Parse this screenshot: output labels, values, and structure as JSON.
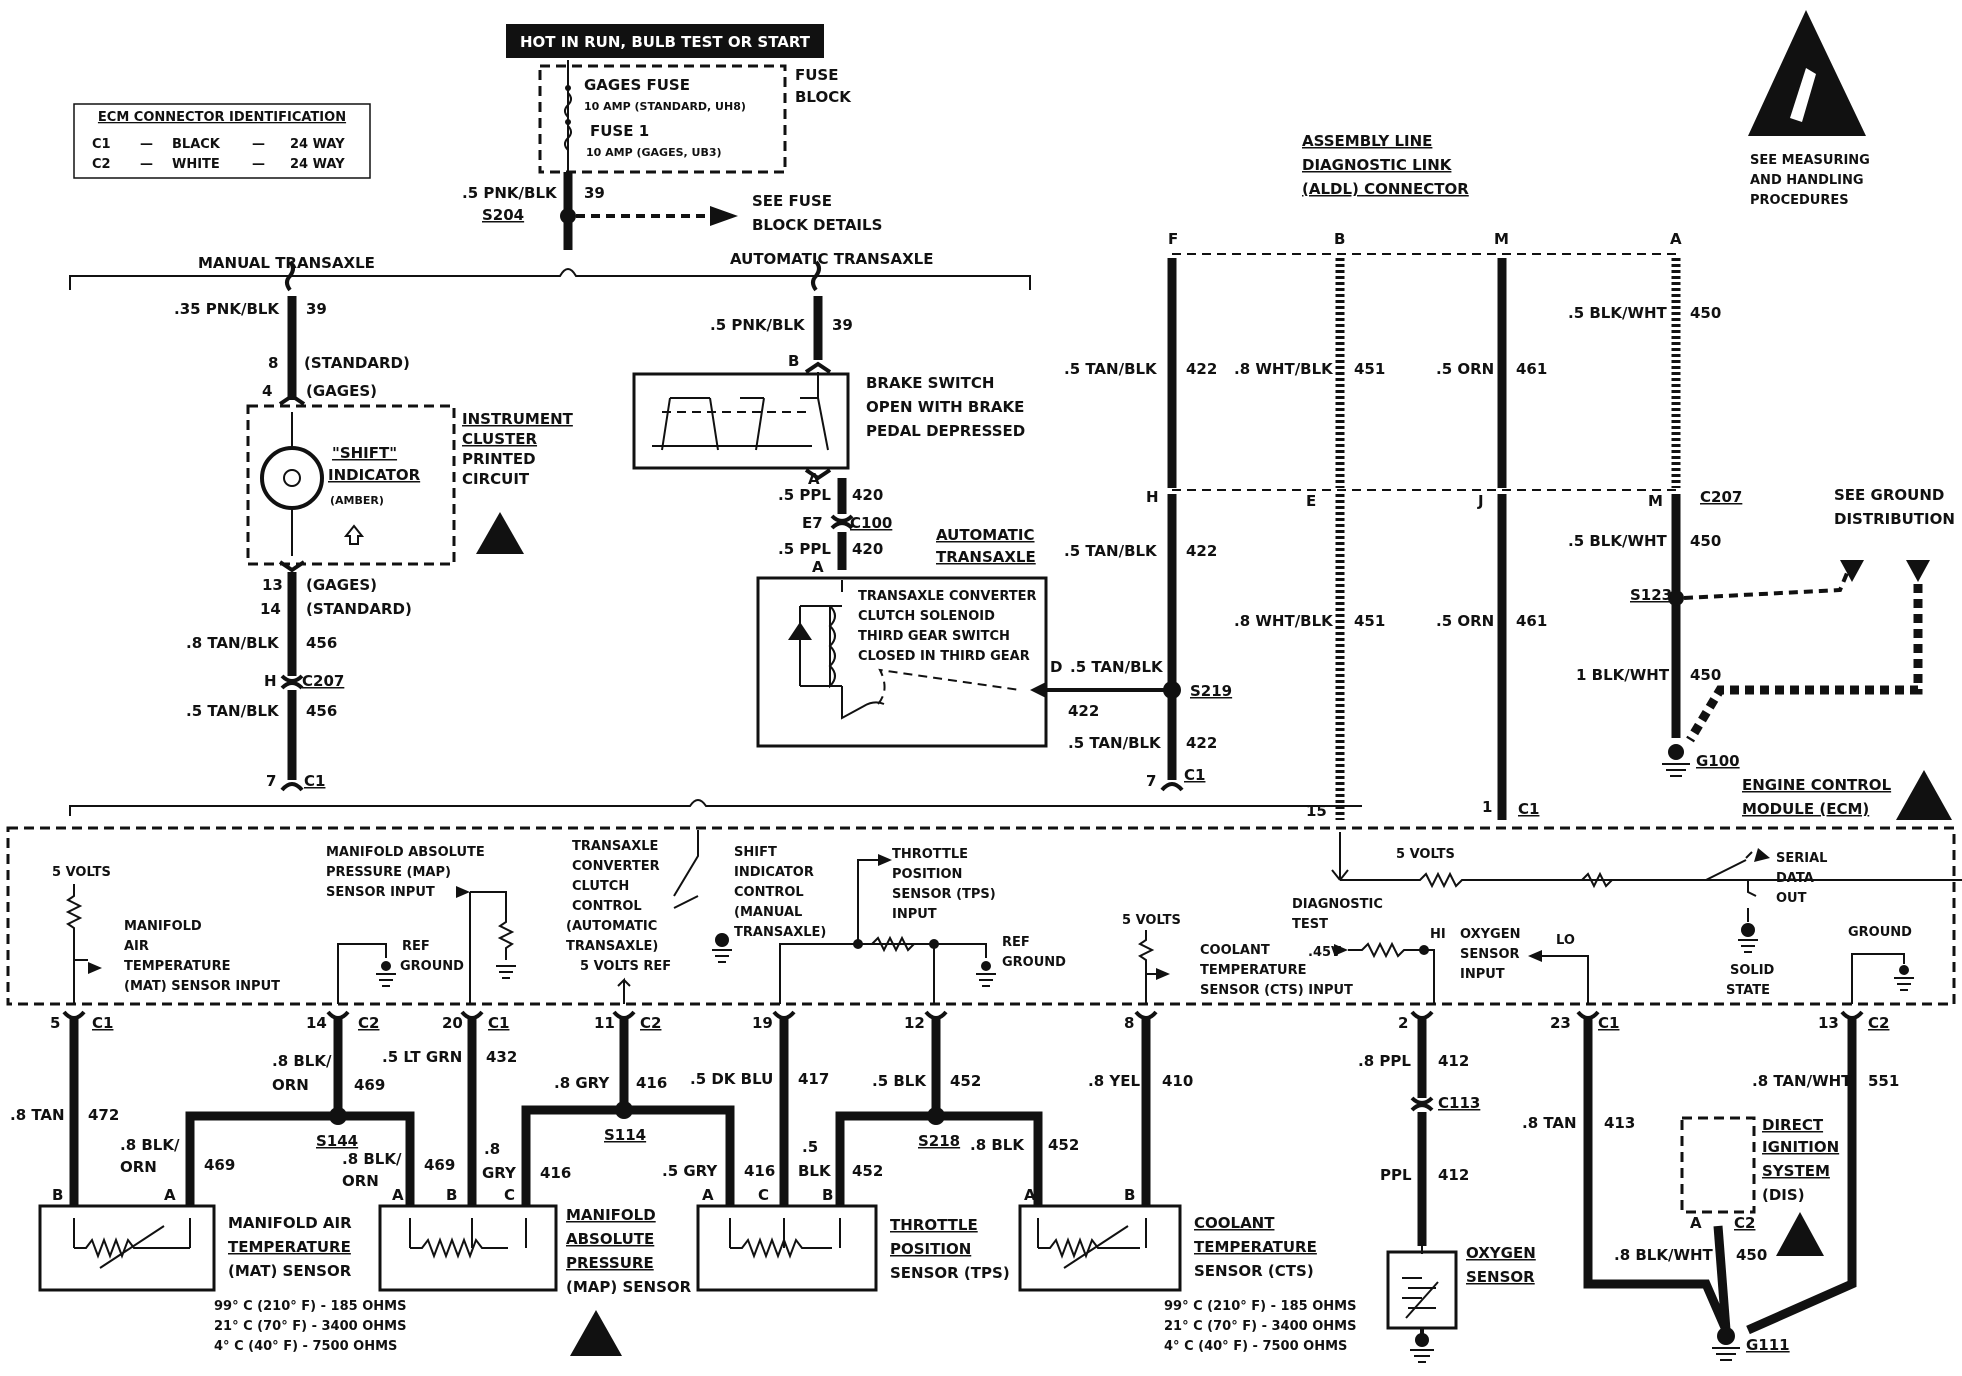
{
  "header": {
    "power_label": "HOT IN RUN, BULB TEST OR START"
  },
  "fuse_block": {
    "title_line1": "FUSE",
    "title_line2": "BLOCK",
    "fuse_a_name": "GAGES FUSE",
    "fuse_a_desc": "10 AMP (STANDARD, UH8)",
    "fuse_b_name": "FUSE 1",
    "fuse_b_desc": "10 AMP (GAGES, UB3)",
    "wire": ".5 PNK/BLK",
    "circuit": "39",
    "splice": "S204",
    "see_line1": "SEE FUSE",
    "see_line2": "BLOCK DETAILS"
  },
  "ecm_connector_id": {
    "title": "ECM CONNECTOR IDENTIFICATION",
    "rows": [
      {
        "c": "C1",
        "d1": "—",
        "color": "BLACK",
        "d2": "—",
        "way": "24 WAY"
      },
      {
        "c": "C2",
        "d1": "—",
        "color": "WHITE",
        "d2": "—",
        "way": "24 WAY"
      }
    ]
  },
  "esd_notice": {
    "line1": "SEE MEASURING",
    "line2": "AND HANDLING",
    "line3": "PROCEDURES"
  },
  "manual": {
    "title": "MANUAL TRANSAXLE",
    "wire_top": ".35 PNK/BLK",
    "circ_top": "39",
    "pin_std": "8",
    "lbl_std": "(STANDARD)",
    "pin_gages": "4",
    "lbl_gages": "(GAGES)",
    "cluster_l1": "INSTRUMENT",
    "cluster_l2": "CLUSTER",
    "cluster_l3": "PRINTED",
    "cluster_l4": "CIRCUIT",
    "shift_l1": "\"SHIFT\"",
    "shift_l2": "INDICATOR",
    "shift_l3": "(AMBER)",
    "pin_gages_b": "13",
    "lbl_gages_b": "(GAGES)",
    "pin_std_b": "14",
    "lbl_std_b": "(STANDARD)",
    "wire_mid": ".8 TAN/BLK",
    "circ_mid": "456",
    "pin_h": "H",
    "conn_c207": "C207",
    "wire_low": ".5 TAN/BLK",
    "circ_low": "456",
    "pin_7": "7",
    "conn_c1": "C1"
  },
  "automatic": {
    "title": "AUTOMATIC TRANSAXLE",
    "wire_top": ".5 PNK/BLK",
    "circ_top": "39",
    "pin_b": "B",
    "brake_l1": "BRAKE SWITCH",
    "brake_l2": "OPEN WITH BRAKE",
    "brake_l3": "PEDAL DEPRESSED",
    "pin_a": "A",
    "wire_ppl": ".5 PPL",
    "circ_420": "420",
    "pin_e7": "E7",
    "conn_c100": "C100",
    "wire_ppl2": ".5 PPL",
    "circ_420b": "420",
    "pin_a2": "A",
    "at_l1": "AUTOMATIC",
    "at_l2": "TRANSAXLE",
    "tcc_l1": "TRANSAXLE CONVERTER",
    "tcc_l2": "CLUTCH SOLENOID",
    "tcc_l3": "THIRD GEAR SWITCH",
    "tcc_l4": "CLOSED IN THIRD GEAR",
    "pin_d": "D",
    "wire_d": ".5 TAN/BLK",
    "circ_d": "422",
    "splice": "S219"
  },
  "aldl": {
    "title_l1": "ASSEMBLY LINE",
    "title_l2": "DIAGNOSTIC LINK",
    "title_l3": "(ALDL) CONNECTOR",
    "pins_top": [
      "F",
      "B",
      "M",
      "A"
    ],
    "w_f": ".5 TAN/BLK",
    "c_f": "422",
    "w_b": ".8 WHT/BLK",
    "c_b": "451",
    "w_m": ".5 ORN",
    "c_m": "461",
    "w_a": ".5 BLK/WHT",
    "c_a": "450",
    "pins_mid": [
      "H",
      "E",
      "J",
      "M"
    ],
    "conn_c207": "C207",
    "w_f2": ".5 TAN/BLK",
    "c_f2": "422",
    "w_b2": ".8 WHT/BLK",
    "c_b2": "451",
    "w_m2": ".5 ORN",
    "c_m2": "461",
    "w_a2": ".5 BLK/WHT",
    "c_a2": "450",
    "see_gnd_l1": "SEE GROUND",
    "see_gnd_l2": "DISTRIBUTION",
    "splice_s123": "S123",
    "w_a3": "1 BLK/WHT",
    "c_a3": "450",
    "gnd": "G100",
    "w_f3": ".5 TAN/BLK",
    "c_f3": "422",
    "pin_7": "7",
    "conn_c1": "C1",
    "pin_15": "15",
    "pin_1": "1",
    "conn_c1b": "C1"
  },
  "ecm": {
    "title_l1": "ENGINE CONTROL",
    "title_l2": "MODULE (ECM)",
    "five_volts_a": "5 VOLTS",
    "mat_l1": "MANIFOLD",
    "mat_l2": "AIR",
    "mat_l3": "TEMPERATURE",
    "mat_l4": "(MAT) SENSOR INPUT",
    "map_l1": "MANIFOLD ABSOLUTE",
    "map_l2": "PRESSURE (MAP)",
    "map_l3": "SENSOR INPUT",
    "ref_l1": "REF",
    "ref_l2": "GROUND",
    "tcc_l1": "TRANSAXLE",
    "tcc_l2": "CONVERTER",
    "tcc_l3": "CLUTCH",
    "tcc_l4": "CONTROL",
    "tcc_l5": "(AUTOMATIC",
    "tcc_l6": "TRANSAXLE)",
    "five_ref": "5 VOLTS REF",
    "sic_l1": "SHIFT",
    "sic_l2": "INDICATOR",
    "sic_l3": "CONTROL",
    "sic_l4": "(MANUAL",
    "sic_l5": "TRANSAXLE)",
    "tps_l1": "THROTTLE",
    "tps_l2": "POSITION",
    "tps_l3": "SENSOR (TPS)",
    "tps_l4": "INPUT",
    "ref2_l1": "REF",
    "ref2_l2": "GROUND",
    "five_volts_b": "5 VOLTS",
    "cts_l1": "COOLANT",
    "cts_l2": "TEMPERATURE",
    "cts_l3": "SENSOR (CTS) INPUT",
    "diag_l1": "DIAGNOSTIC",
    "diag_l2": "TEST",
    "five_volts_c": "5 VOLTS",
    "volt_45": ".45V",
    "hi": "HI",
    "lo": "LO",
    "o2_l1": "OXYGEN",
    "o2_l2": "SENSOR",
    "o2_l3": "INPUT",
    "serial_l1": "SERIAL",
    "serial_l2": "DATA",
    "serial_l3": "OUT",
    "solid_l1": "SOLID",
    "solid_l2": "STATE",
    "ground": "GROUND"
  },
  "bottom": {
    "p5": "5",
    "c5": "C1",
    "w5": ".8 TAN",
    "n5": "472",
    "p14": "14",
    "c14": "C2",
    "w14a": ".8 BLK/",
    "w14b": "ORN",
    "n14": "469",
    "s144": "S144",
    "w14c": ".8 BLK/",
    "w14d": "ORN",
    "n14b": "469",
    "w14e": ".8 BLK/",
    "w14f": "ORN",
    "n14c": "469",
    "p20": "20",
    "c20": "C1",
    "w20": ".5 LT GRN",
    "n20": "432",
    "w20b": ".8",
    "w20c": "GRY",
    "n20b": "416",
    "p11": "11",
    "c11": "C2",
    "w11": ".8 GRY",
    "n11": "416",
    "s114": "S114",
    "w11b": ".5 GRY",
    "n11b": "416",
    "p19": "19",
    "w19": ".5 DK BLU",
    "n19": "417",
    "w19b": ".5",
    "w19c": "BLK",
    "n19b": "452",
    "p12": "12",
    "w12": ".5 BLK",
    "n12": "452",
    "s218": "S218",
    "w12b": ".8 BLK",
    "n12b": "452",
    "p8": "8",
    "w8": ".8 YEL",
    "n8": "410",
    "p2": "2",
    "w2": ".8 PPL",
    "n2": "412",
    "c113": "C113",
    "w2b": "PPL",
    "n2b": "412",
    "p23": "23",
    "c23": "C1",
    "w23": ".8 TAN",
    "n23": "413",
    "p13": "13",
    "c13": "C2",
    "w13": ".8 TAN/WHT",
    "n13": "551",
    "dis_l1": "DIRECT",
    "dis_l2": "IGNITION",
    "dis_l3": "SYSTEM",
    "dis_l4": "(DIS)",
    "dis_pin": "A",
    "dis_c": "C2",
    "w_dis": ".8 BLK/WHT",
    "n_dis": "450",
    "g111": "G111",
    "mat_name_l1": "MANIFOLD AIR",
    "mat_name_l2": "TEMPERATURE",
    "mat_name_l3": "(MAT) SENSOR",
    "map_name_l1": "MANIFOLD",
    "map_name_l2": "ABSOLUTE",
    "map_name_l3": "PRESSURE",
    "map_name_l4": "(MAP) SENSOR",
    "tps_name_l1": "THROTTLE",
    "tps_name_l2": "POSITION",
    "tps_name_l3": "SENSOR (TPS)",
    "cts_name_l1": "COOLANT",
    "cts_name_l2": "TEMPERATURE",
    "cts_name_l3": "SENSOR (CTS)",
    "o2_name_l1": "OXYGEN",
    "o2_name_l2": "SENSOR",
    "mat_t1": "99° C (210° F) - 185 OHMS",
    "mat_t2": "21° C (70° F) - 3400 OHMS",
    "mat_t3": "4° C (40° F) - 7500 OHMS",
    "cts_t1": "99° C (210° F) - 185 OHMS",
    "cts_t2": "21° C (70° F) - 3400 OHMS",
    "cts_t3": "4° C (40° F) - 7500 OHMS",
    "pins": {
      "B": "B",
      "A": "A",
      "C": "C"
    }
  }
}
